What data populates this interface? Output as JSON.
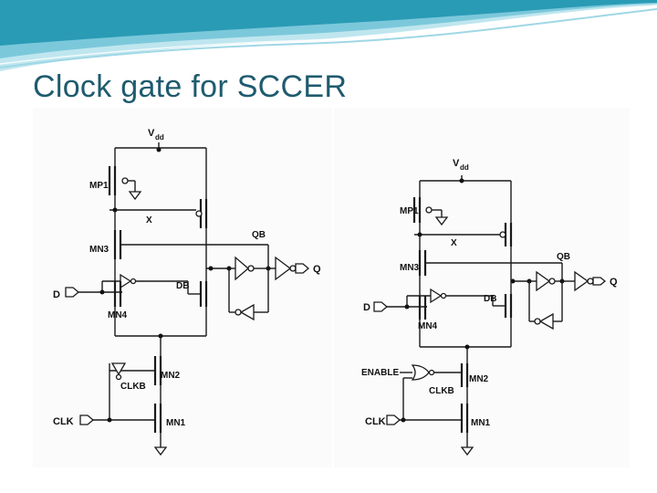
{
  "title": "Clock gate for SCCER",
  "colors": {
    "title": "#1f5b6e",
    "band_dark": "#2a9bb5",
    "band_light": "#bfe6ef"
  },
  "left_circuit": {
    "vdd": "V",
    "vdd_sub": "dd",
    "mp1": "MP1",
    "x": "X",
    "mn3": "MN3",
    "qb": "QB",
    "q": "Q",
    "d": "D",
    "db": "DB",
    "mn4": "MN4",
    "mn2": "MN2",
    "clkb": "CLKB",
    "clk": "CLK",
    "mn1": "MN1"
  },
  "right_circuit": {
    "vdd": "V",
    "vdd_sub": "dd",
    "mp1": "MP1",
    "x": "X",
    "mn3": "MN3",
    "qb": "QB",
    "q": "Q",
    "d": "D",
    "db": "DB",
    "mn4": "MN4",
    "enable": "ENABLE",
    "mn2": "MN2",
    "clkb": "CLKB",
    "clk": "CLK",
    "mn1": "MN1"
  }
}
